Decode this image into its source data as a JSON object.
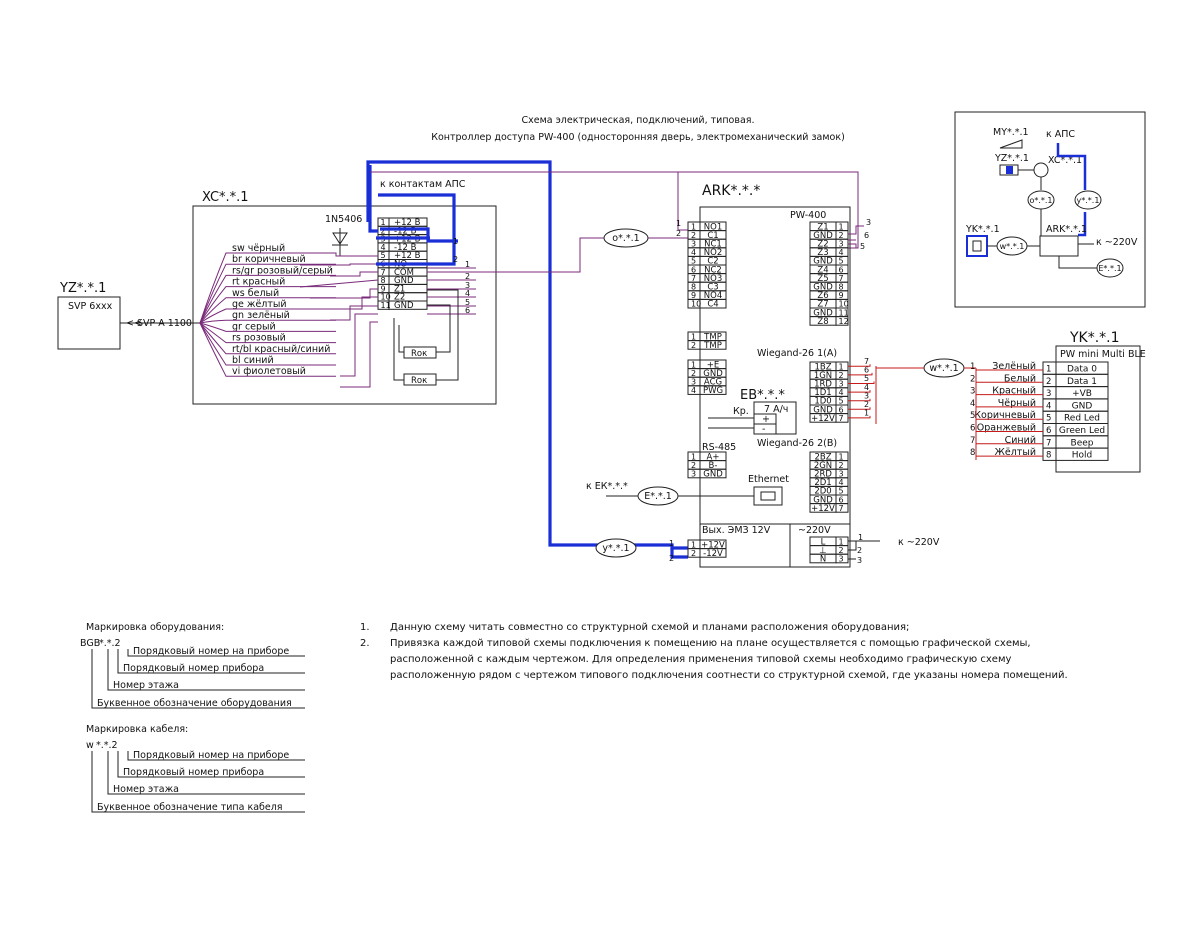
{
  "title": {
    "line1": "Схема электрическая,  подключений, типовая.",
    "line2": "Контроллер доступа PW-400 (односторонняя дверь, электромеханический замок)"
  },
  "yz": {
    "name": "YZ*.*.1",
    "model": "SVP 6xxx",
    "cable": "SVP-A 1100"
  },
  "xc": {
    "name": "XC*.*.1",
    "diode": "1N5406",
    "aps_label": "к контактам АПС",
    "wires": [
      "sw чёрный",
      "br коричневый",
      "rs/gr розовый/серый",
      "rt красный",
      "ws белый",
      "ge жёлтый",
      "gn зелёный",
      "gr серый",
      "rs розовый",
      "rt/bl красный/синий",
      "bl синий",
      "vi фиолетовый"
    ],
    "terminals": [
      "+12 В",
      "-12 В",
      "+12 В",
      "-12 В",
      "+12 В",
      "NO",
      "COM",
      "GND",
      "Z1",
      "Z2",
      "GND"
    ],
    "terminal_nums": [
      "1",
      "2",
      "3",
      "4",
      "5",
      "6",
      "7",
      "8",
      "9",
      "10",
      "11"
    ],
    "resistor1": "Rок",
    "resistor2": "Rок",
    "right_nums": [
      "1",
      "2"
    ],
    "out_nums": [
      "1",
      "2",
      "3",
      "4",
      "5",
      "6"
    ]
  },
  "ark": {
    "name": "ARK*.*.*",
    "model": "PW-400",
    "relay_left": [
      "NO1",
      "C1",
      "NC1",
      "NO2",
      "C2",
      "NC2",
      "NO3",
      "C3",
      "NO4",
      "C4"
    ],
    "relay_nums": [
      "1",
      "2",
      "3",
      "4",
      "5",
      "6",
      "7",
      "8",
      "9",
      "10"
    ],
    "tmp": [
      "TMP",
      "TMP"
    ],
    "tmp_nums": [
      "1",
      "2"
    ],
    "pwr_left": [
      "+E",
      "GND",
      "ACG",
      "PWG"
    ],
    "pwr_nums": [
      "1",
      "2",
      "3",
      "4"
    ],
    "rs485_title": "RS-485",
    "rs485": [
      "A+",
      "B-",
      "GND"
    ],
    "rs485_nums": [
      "1",
      "2",
      "3"
    ],
    "zones": [
      "Z1",
      "GND",
      "Z2",
      "Z3",
      "GND",
      "Z4",
      "Z5",
      "GND",
      "Z6",
      "Z7",
      "GND",
      "Z8"
    ],
    "zone_nums": [
      "1",
      "2",
      "3",
      "4",
      "5",
      "6",
      "7",
      "8",
      "9",
      "10",
      "11",
      "12"
    ],
    "wiegand1_title": "Wiegand-26 1(A)",
    "wiegand1": [
      "1BZ",
      "1GN",
      "1RD",
      "1D1",
      "1D0",
      "GND",
      "+12V"
    ],
    "w1_nums": [
      "1",
      "2",
      "3",
      "4",
      "5",
      "6",
      "7"
    ],
    "wiegand2_title": "Wiegand-26 2(B)",
    "wiegand2": [
      "2BZ",
      "2GN",
      "2RD",
      "2D1",
      "2D0",
      "GND",
      "+12V"
    ],
    "w2_nums": [
      "1",
      "2",
      "3",
      "4",
      "5",
      "6",
      "7"
    ],
    "eb_name": "EB*.*.*",
    "eb_kr": "Кр.",
    "eb_ah": "7 А/ч",
    "eb_plus": "+",
    "eb_minus": "-",
    "ethernet": "Ethernet",
    "to_ek": "к ЕК*.*.*",
    "cable_e": "E*.*.1",
    "out_title": "Вых. ЭМЗ 12V",
    "out": [
      "+12V",
      "-12V"
    ],
    "out_nums": [
      "1",
      "2"
    ],
    "ac_title": "~220V",
    "ac": [
      "L",
      "⊥",
      "N"
    ],
    "ac_nums": [
      "1",
      "2",
      "3"
    ],
    "ac_out": [
      "1",
      "2",
      "3"
    ],
    "to220": "к ~220V",
    "cable_o": "o*.*.1",
    "cable_y": "y*.*.1",
    "cable_w": "w*.*.1",
    "zone_out": [
      "3",
      "6",
      "5"
    ],
    "xc_in": [
      "1",
      "2"
    ],
    "lock_in": [
      "1",
      "2"
    ],
    "w_out": [
      "7",
      "6",
      "5",
      "4",
      "3",
      "2",
      "1"
    ]
  },
  "yk": {
    "name": "YK*.*.1",
    "model": "PW mini Multi BLE",
    "wires": [
      "Зелёный",
      "Белый",
      "Красный",
      "Чёрный",
      "Коричневый",
      "Оранжевый",
      "Синий",
      "Жёлтый"
    ],
    "wire_nums": [
      "1",
      "2",
      "3",
      "4",
      "5",
      "6",
      "7",
      "8"
    ],
    "terminals": [
      "Data 0",
      "Data 1",
      "+VB",
      "GND",
      "Red Led",
      "Green Led",
      "Beep",
      "Hold"
    ],
    "terminal_nums": [
      "1",
      "2",
      "3",
      "4",
      "5",
      "6",
      "7",
      "8"
    ]
  },
  "inset": {
    "my": "MY*.*.1",
    "yz": "YZ*.*.1",
    "aps": "к АПС",
    "xc": "XC*.*.1",
    "o": "o*.*.1",
    "y": "y*.*.1",
    "yk": "YK*.*.1",
    "w": "w*.*.1",
    "ark": "ARK*.*.1",
    "to220": "к ~220V",
    "e": "E*.*.1"
  },
  "legend": {
    "equip_title": "Маркировка оборудования:",
    "equip_code": "BGB",
    "equip_code_rest": "*.*.2",
    "equip_lines": [
      "Порядковый номер на приборе",
      "Порядковый номер прибора",
      "Номер этажа",
      "Буквенное обозначение оборудования"
    ],
    "cable_title": "Маркировка кабеля:",
    "cable_code": "w",
    "cable_code_rest": "*.*.2",
    "cable_lines": [
      "Порядковый номер на приборе",
      "Порядковый номер прибора",
      "Номер этажа",
      "Буквенное обозначение типа кабеля"
    ]
  },
  "notes": {
    "n1_num": "1.",
    "n1": "Данную схему читать совместно со структурной схемой и планами расположения оборудования;",
    "n2_num": "2.",
    "n2_l1": "Привязка каждой типовой схемы подключения к помещению на плане осуществляется с помощью графической схемы,",
    "n2_l2": "расположенной с каждым чертежом. Для определения применения типовой схемы необходимо графическую схему",
    "n2_l3": "расположенную рядом с чертежом типового подключения соотнести со структурной схемой, где указаны номера помещений."
  }
}
